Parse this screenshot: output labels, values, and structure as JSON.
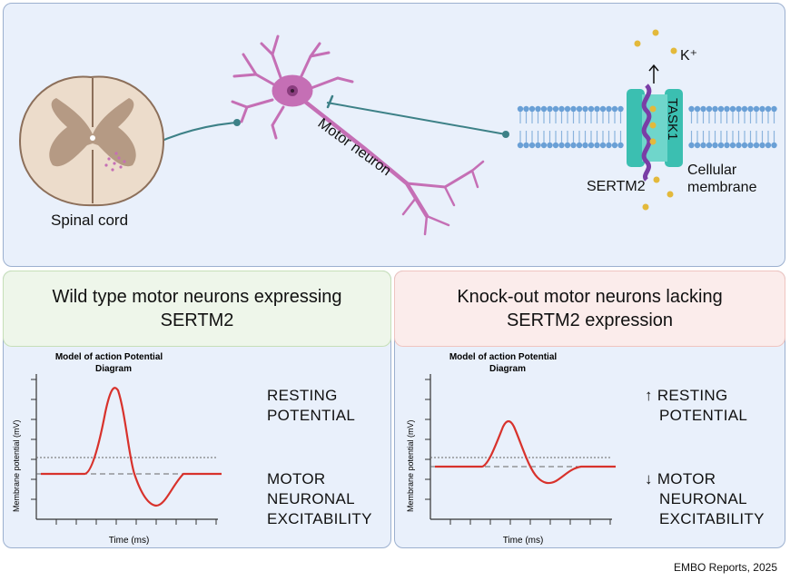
{
  "top": {
    "spinal_cord_label": "Spinal cord",
    "motor_neuron_label": "Motor neuron",
    "k_ion_label": "K⁺",
    "task1_label": "TASK1",
    "sertm2_label": "SERTM2",
    "membrane_label_line1": "Cellular",
    "membrane_label_line2": "membrane"
  },
  "left": {
    "header_line1": "Wild type motor neurons expressing",
    "header_line2": "SERTM2",
    "chart_title_line1": "Model of action Potential",
    "chart_title_line2": "Diagram",
    "ylabel": "Membrane potential (mV)",
    "xlabel": "Time (ms)",
    "resting_line1": "RESTING",
    "resting_line2": "POTENTIAL",
    "excit_line1": "MOTOR",
    "excit_line2": "NEURONAL",
    "excit_line3": "EXCITABILITY"
  },
  "right": {
    "header_line1": "Knock-out motor neurons lacking",
    "header_line2": "SERTM2 expression",
    "chart_title_line1": "Model of action Potential",
    "chart_title_line2": "Diagram",
    "ylabel": "Membrane potential (mV)",
    "xlabel": "Time (ms)",
    "resting_arrow": "↑",
    "resting_line1": "RESTING",
    "resting_line2": "POTENTIAL",
    "excit_arrow": "↓",
    "excit_line1": "MOTOR",
    "excit_line2": "NEURONAL",
    "excit_line3": "EXCITABILITY"
  },
  "credit": "EMBO Reports, 2025",
  "colors": {
    "trace": "#d8322c",
    "neuron": "#c56fb5",
    "axon_line": "#3d8187",
    "channel": "#3bbfb1",
    "sertm2": "#7a3ea6",
    "ion": "#e3b93b",
    "spinal_white": "#ecdccb",
    "spinal_grey": "#b59a84"
  }
}
